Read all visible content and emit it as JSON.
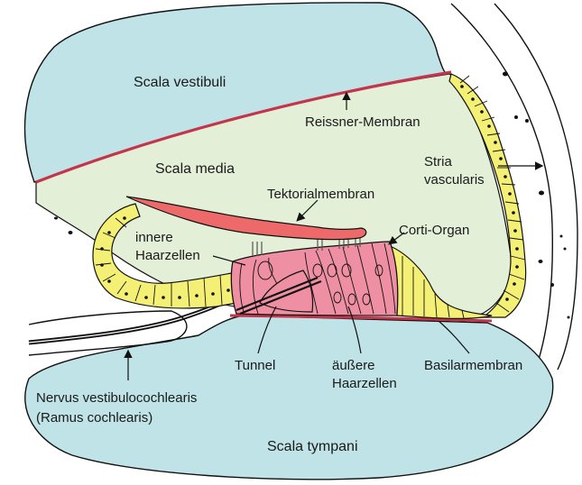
{
  "labels": {
    "scala_vestibuli": "Scala vestibuli",
    "reissner_membran": "Reissner-Membran",
    "scala_media": "Scala media",
    "stria_line1": "Stria",
    "stria_line2": "vascularis",
    "tektorialmembran": "Tektorialmembran",
    "corti_organ": "Corti-Organ",
    "innere_line1": "innere",
    "innere_line2": "Haarzellen",
    "tunnel": "Tunnel",
    "aeussere_line1": "äußere",
    "aeussere_line2": "Haarzellen",
    "basilarmembran": "Basilarmembran",
    "nervus_line1": "Nervus vestibulocochlearis",
    "nervus_line2": "(Ramus cochlearis)",
    "scala_tympani": "Scala tympani"
  },
  "colors": {
    "scala_fluid": "#bfe3e6",
    "scala_media_fluid": "#e4efd7",
    "membrane_red": "#c4344a",
    "tectorial": "#ee6a6a",
    "corti_pink": "#ef8fa3",
    "epithelium_yellow": "#f4f075",
    "outline": "#111111"
  }
}
